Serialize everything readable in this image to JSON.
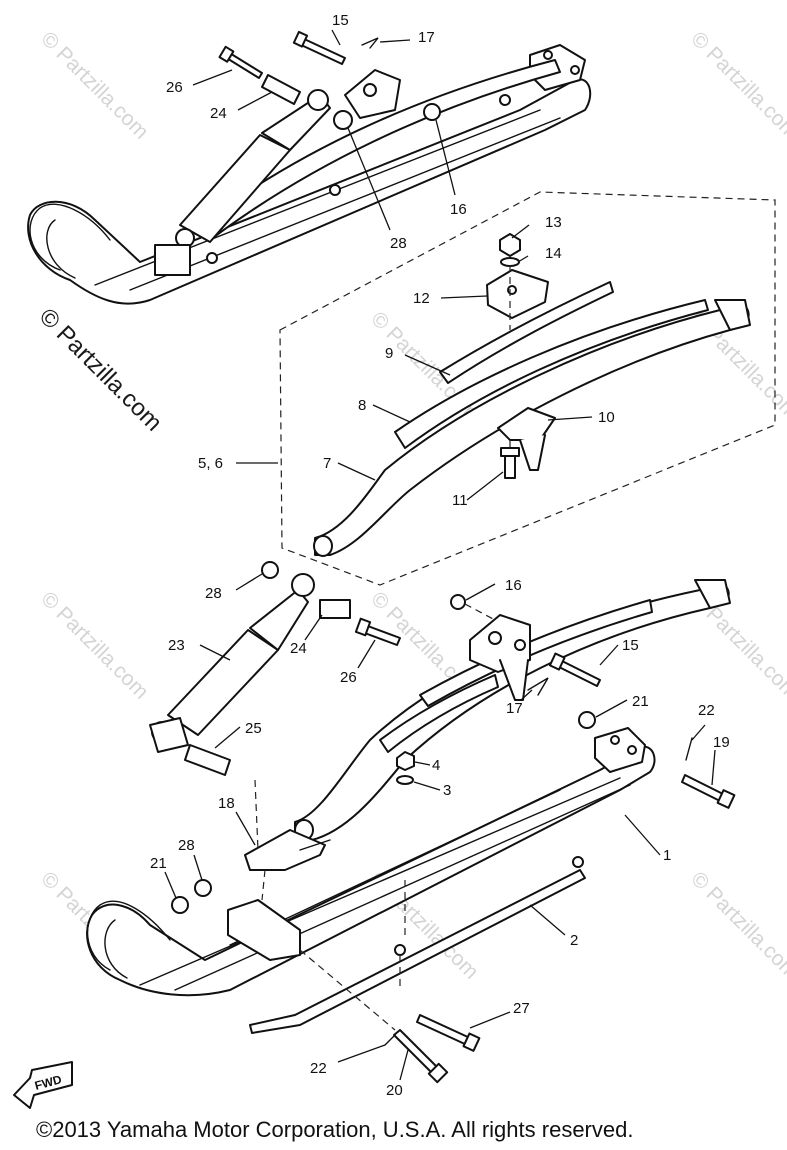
{
  "watermark": {
    "small": "© Partzilla.com",
    "large": "© Partzilla.com"
  },
  "copyright": "©2013 Yamaha Motor Corporation, U.S.A. All rights reserved.",
  "fwd_badge": "FWD",
  "callouts": {
    "c15a": "15",
    "c17a": "17",
    "c26a": "26",
    "c24a": "24",
    "c16a": "16",
    "c28a": "28",
    "c13": "13",
    "c14": "14",
    "c12": "12",
    "c9": "9",
    "c8": "8",
    "c10": "10",
    "c56": "5, 6",
    "c7": "7",
    "c11": "11",
    "c28b": "28",
    "c16b": "16",
    "c23": "23",
    "c24b": "24",
    "c26b": "26",
    "c15b": "15",
    "c17b": "17",
    "c21a": "21",
    "c22a": "22",
    "c19": "19",
    "c25": "25",
    "c4": "4",
    "c3": "3",
    "c18": "18",
    "c1": "1",
    "c28c": "28",
    "c21b": "21",
    "c2": "2",
    "c27": "27",
    "c22b": "22",
    "c20": "20"
  }
}
